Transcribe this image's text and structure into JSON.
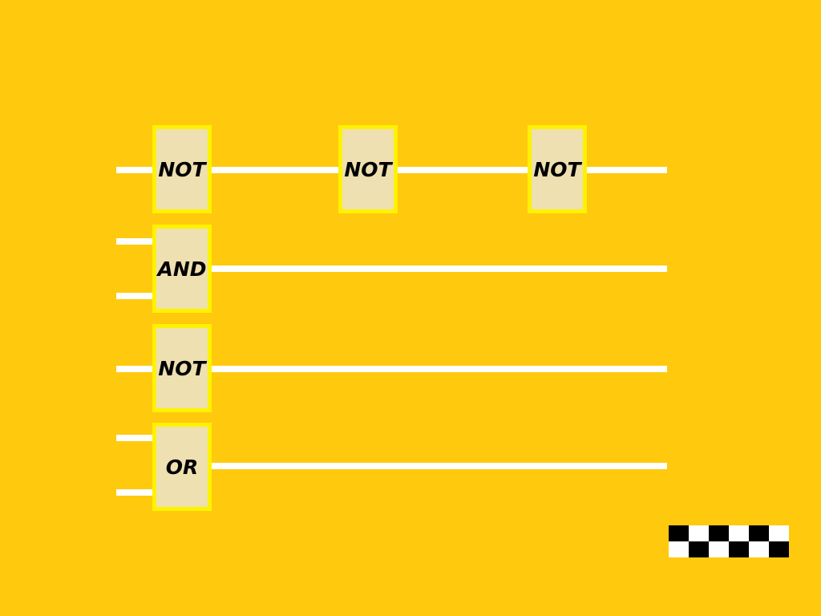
{
  "colors": {
    "background": "#FFC90E",
    "wire": "#FFFFFF",
    "gate_fill": "#EEE0B0",
    "gate_border": "#FFF200",
    "gate_text": "#000000",
    "flag_dark": "#000000",
    "flag_light": "#FFFFFF"
  },
  "rows": [
    {
      "gates": [
        {
          "label": "NOT"
        },
        {
          "label": "NOT"
        },
        {
          "label": "NOT"
        }
      ]
    },
    {
      "gates": [
        {
          "label": "AND"
        }
      ]
    },
    {
      "gates": [
        {
          "label": "NOT"
        }
      ]
    },
    {
      "gates": [
        {
          "label": "OR"
        }
      ]
    }
  ],
  "finish_flag": {
    "icon": "checkered-flag-icon",
    "pattern": "checkerboard"
  }
}
